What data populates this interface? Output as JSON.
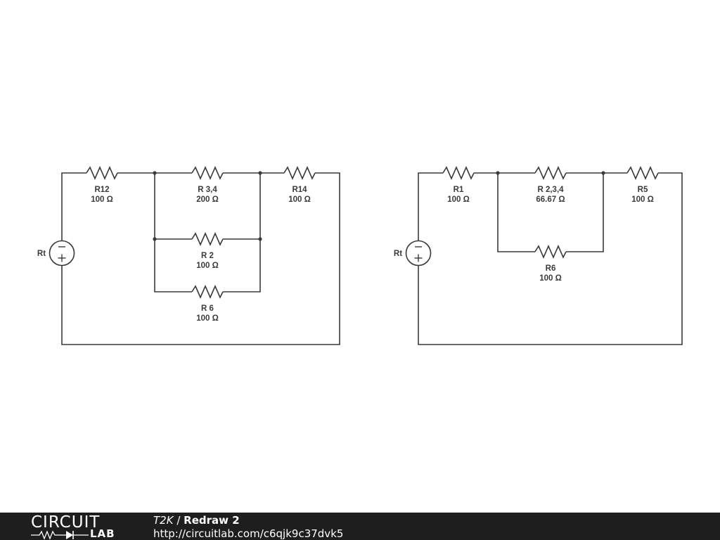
{
  "circuit1": {
    "source": {
      "name": "Rt",
      "minus": "−",
      "plus": "+"
    },
    "r12": {
      "name": "R12",
      "value": "100 Ω"
    },
    "r34": {
      "name": "R 3,4",
      "value": "200 Ω"
    },
    "r14": {
      "name": "R14",
      "value": "100 Ω"
    },
    "r2": {
      "name": "R 2",
      "value": "100 Ω"
    },
    "r6": {
      "name": "R 6",
      "value": "100 Ω"
    }
  },
  "circuit2": {
    "source": {
      "name": "Rt",
      "minus": "−",
      "plus": "+"
    },
    "r1": {
      "name": "R1",
      "value": "100 Ω"
    },
    "r234": {
      "name": "R 2,3,4",
      "value": "66.67 Ω"
    },
    "r5": {
      "name": "R5",
      "value": "100 Ω"
    },
    "r6": {
      "name": "R6",
      "value": "100 Ω"
    }
  },
  "footer": {
    "logo_top": "CIRCUIT",
    "logo_bottom": "LAB",
    "owner": "T2K",
    "separator": " / ",
    "title": "Redraw 2",
    "url": "http://circuitlab.com/c6qjk9c37dvk5"
  }
}
